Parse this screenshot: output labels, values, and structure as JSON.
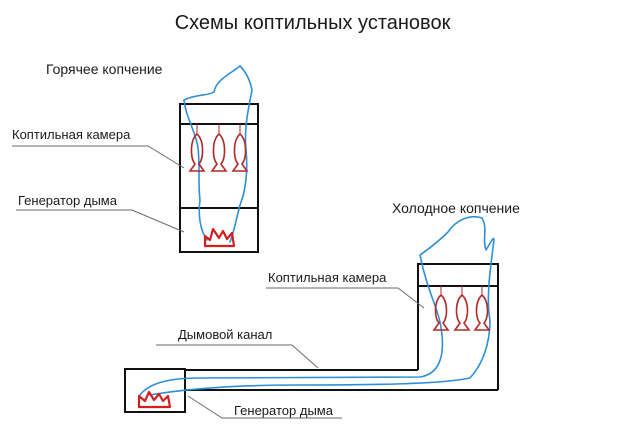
{
  "title": "Схемы коптильных установок",
  "hot": {
    "heading": "Горячее копчение",
    "chamber_label": "Коптильная камера",
    "generator_label": "Генератор дыма"
  },
  "cold": {
    "heading": "Холодное копчение",
    "chamber_label": "Коптильная камера",
    "channel_label": "Дымовой канал",
    "generator_label": "Генератор дыма"
  },
  "colors": {
    "smoke": "#2e8fd6",
    "fish": "#b02a2a",
    "fire": "#d21f1f",
    "outline": "#111111"
  }
}
